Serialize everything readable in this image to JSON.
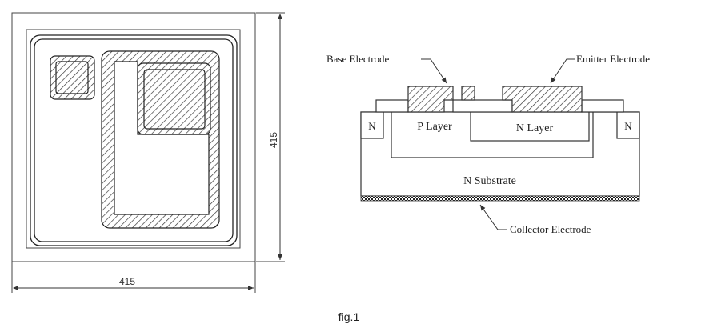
{
  "plan_view": {
    "width_label": "415",
    "height_label": "415"
  },
  "cross_section": {
    "labels": {
      "base_electrode": "Base Electrode",
      "emitter_electrode": "Emitter Electrode",
      "collector_electrode": "Collector Electrode",
      "p_layer": "P Layer",
      "n_layer": "N Layer",
      "n_left": "N",
      "n_right": "N",
      "n_substrate": "N Substrate"
    }
  },
  "caption": "fig.1"
}
